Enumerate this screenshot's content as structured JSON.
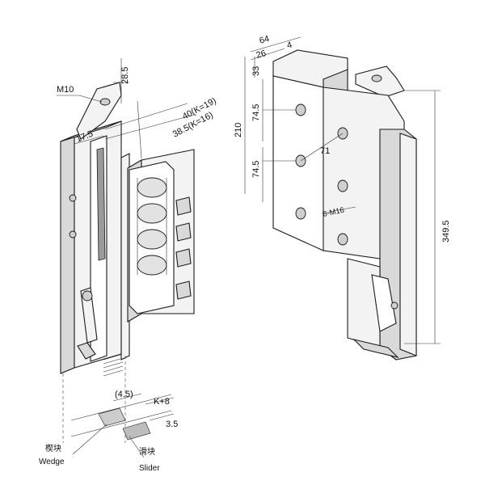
{
  "left_view": {
    "dims": {
      "m10": "M10",
      "d28_5": "28.5",
      "d17_5": "17.5",
      "d40": "40(K=19)",
      "d38_5": "38.5(K=16)"
    },
    "detail": {
      "d4_5": "(4.5)",
      "k8": "K+8",
      "d3_5": "3.5",
      "wedge_cn": "楔块",
      "wedge_en": "Wedge",
      "slider_cn": "滑块",
      "slider_en": "Slider"
    }
  },
  "right_view": {
    "dims": {
      "d64": "64",
      "d26": "26",
      "d4": "4",
      "d33": "33",
      "d210": "210",
      "d74_5a": "74.5",
      "d74_5b": "74.5",
      "d71": "71",
      "m16": "6-M16",
      "d349_5": "349.5"
    }
  }
}
